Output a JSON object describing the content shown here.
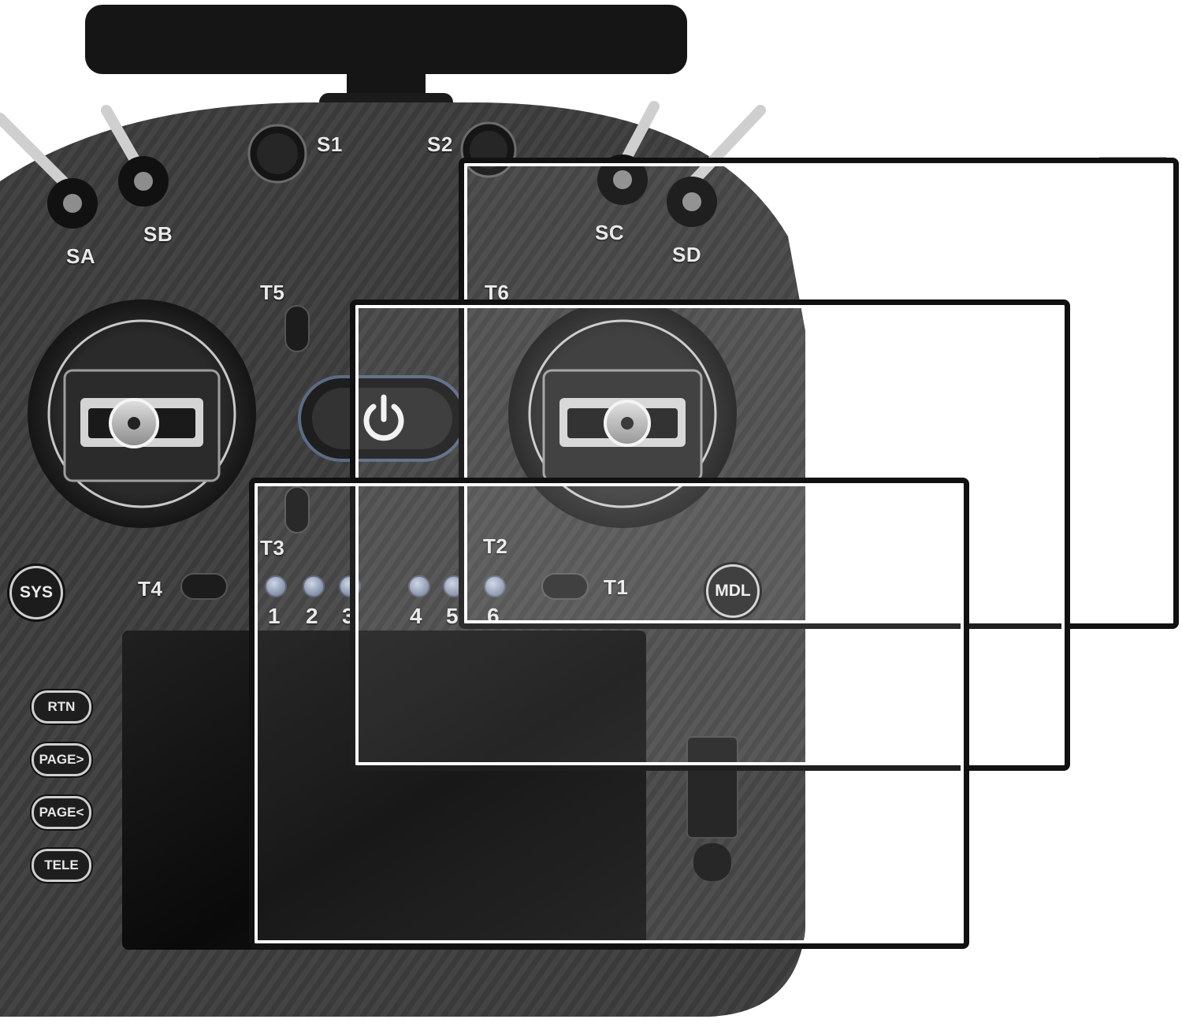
{
  "colors": {
    "body": "#3a3a3a",
    "body_dark": "#1f1f1f",
    "screen": "#0c0c0c",
    "film_border": "#111111",
    "label": "#e9e9e9",
    "led": "#9aa3b8"
  },
  "labels": {
    "sa": "SA",
    "sb": "SB",
    "sc": "SC",
    "sd": "SD",
    "s1": "S1",
    "s2": "S2",
    "t1": "T1",
    "t2": "T2",
    "t3": "T3",
    "t4": "T4",
    "t5": "T5",
    "t6": "T6"
  },
  "buttons": {
    "sys": "SYS",
    "mdl": "MDL",
    "rtn": "RTN",
    "page_next": "PAGE>",
    "page_prev": "PAGE<",
    "tele": "TELE"
  },
  "leds": [
    "1",
    "2",
    "3",
    "4",
    "5",
    "6"
  ],
  "icons": {
    "power": "power-icon"
  },
  "films": {
    "count": 3
  }
}
